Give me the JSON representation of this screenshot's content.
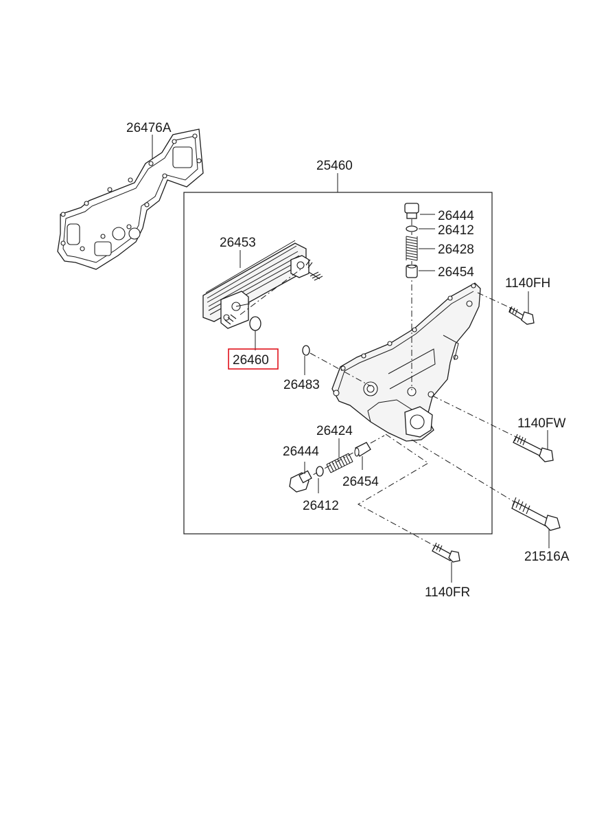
{
  "diagram": {
    "group_label": "25460",
    "highlight_color": "#e0101a",
    "callouts": {
      "gasket": "26476A",
      "cooler": "26453",
      "oring_cooler": "26460",
      "oring_housing": "26483",
      "plug_top": "26444",
      "seal_top": "26412",
      "spring_top": "26428",
      "valve_top": "26454",
      "spring_side": "26424",
      "plug_side": "26444",
      "seal_side": "26412",
      "valve_side": "26454",
      "bolt_fh": "1140FH",
      "bolt_fw": "1140FW",
      "bolt_516a": "21516A",
      "bolt_fr": "1140FR"
    },
    "selected_part": "26460"
  }
}
